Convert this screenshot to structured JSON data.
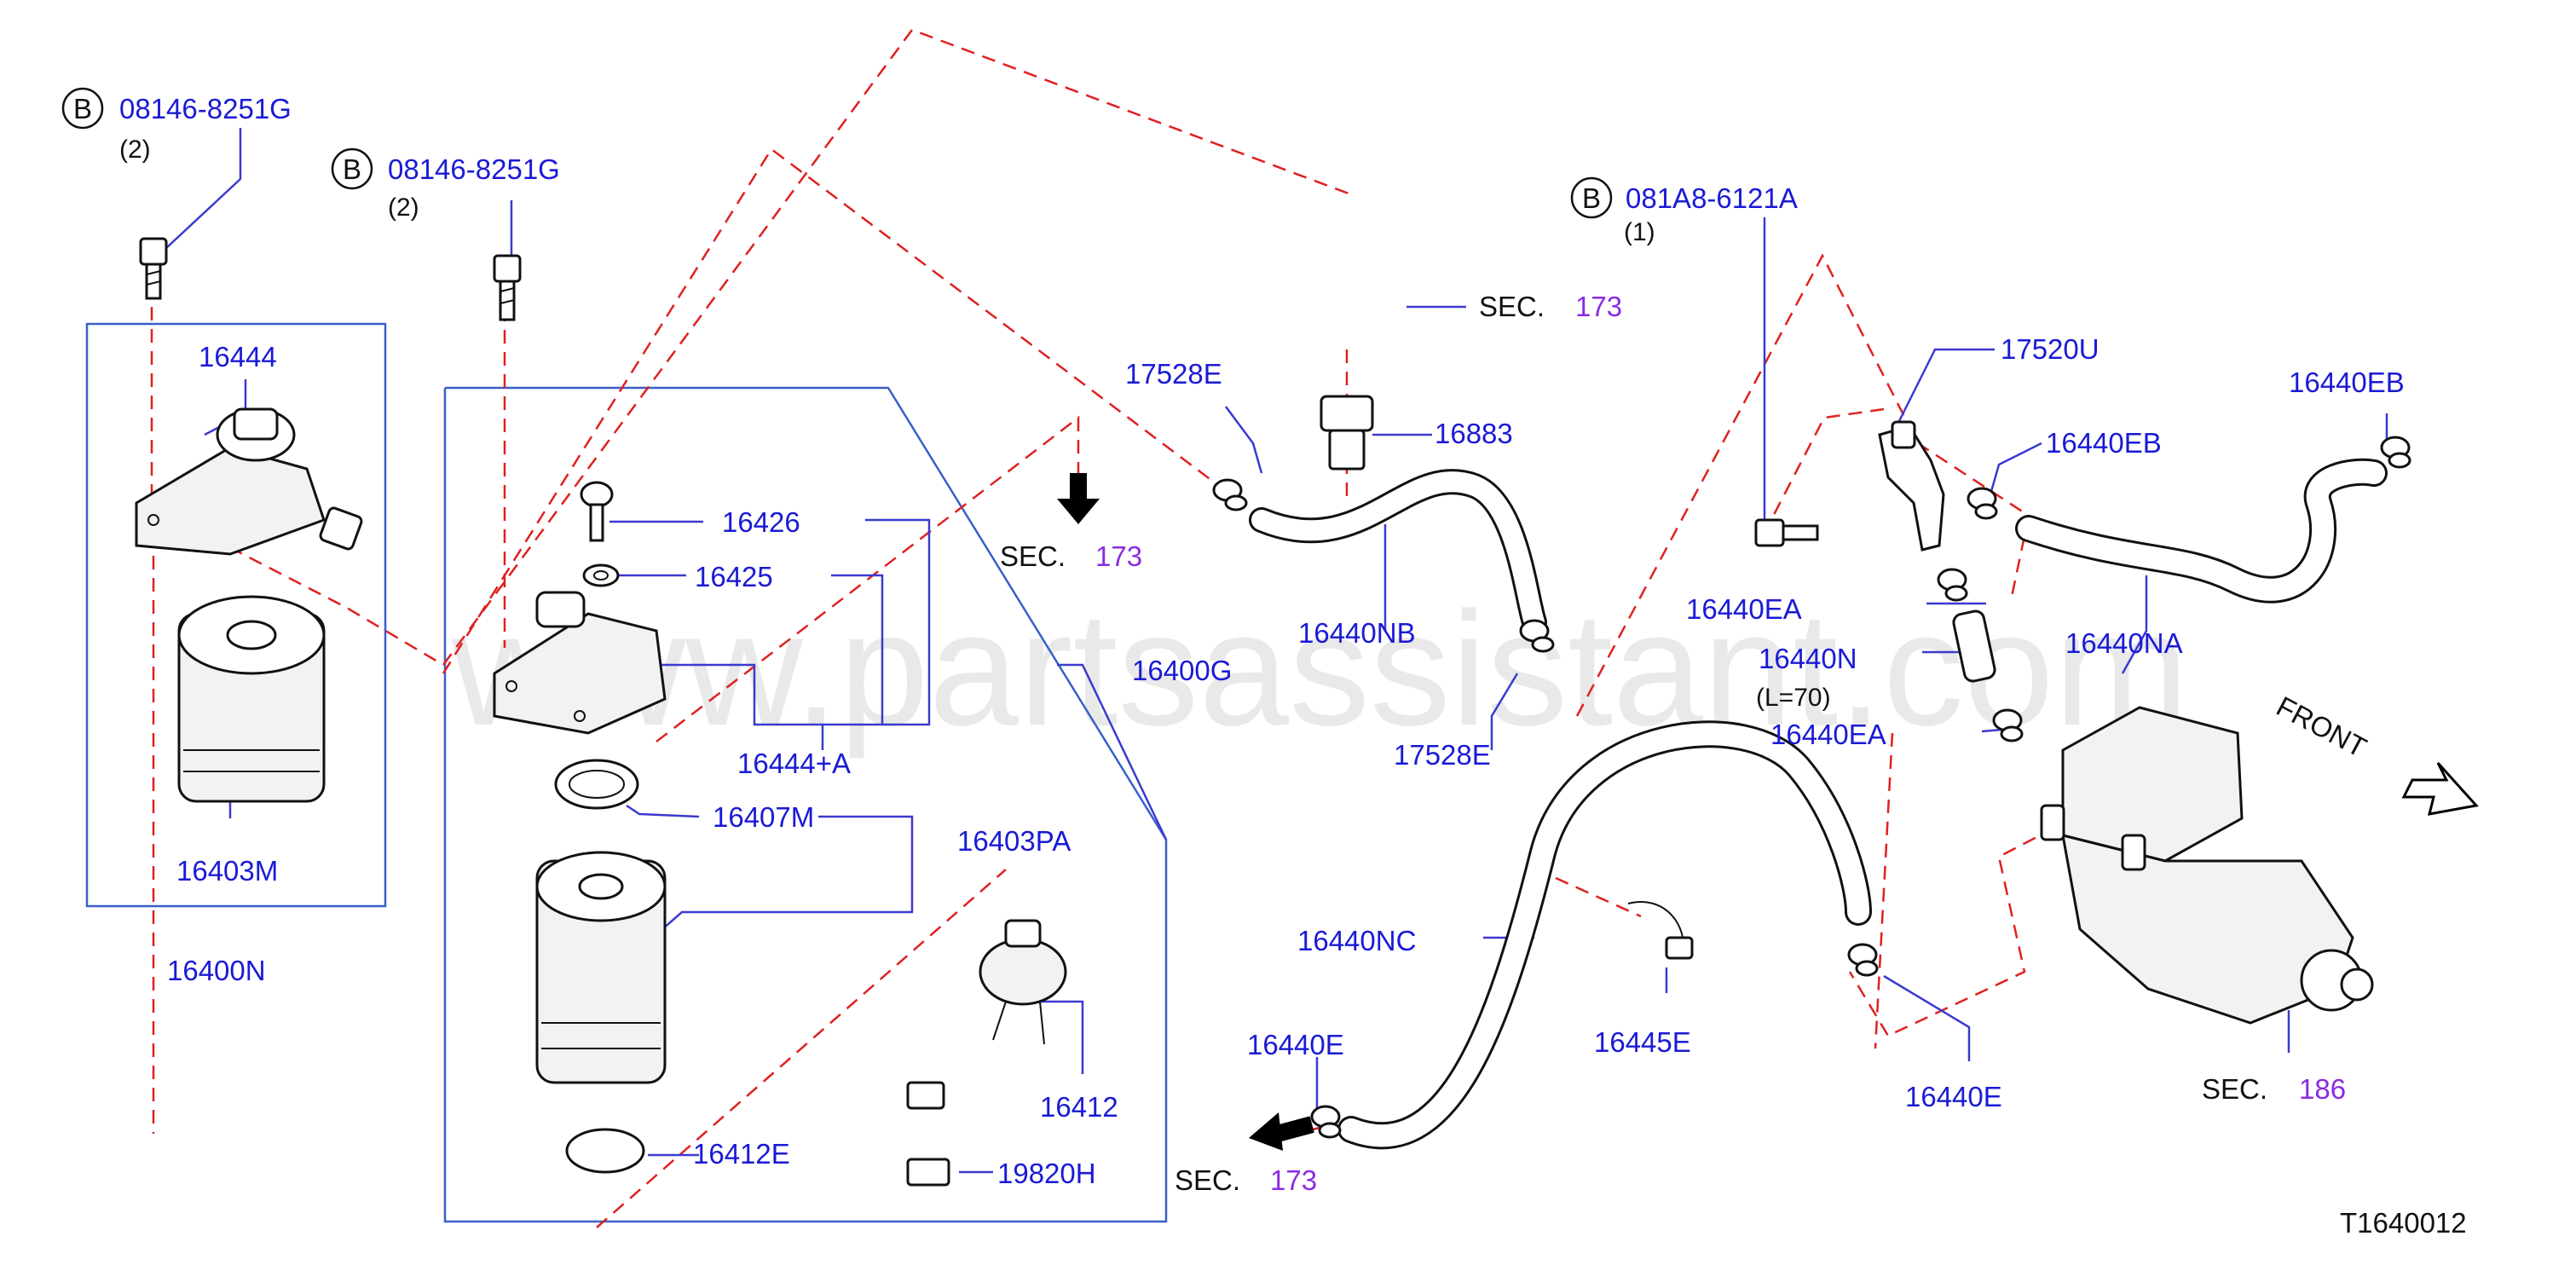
{
  "watermark": "www.partsassistant.com",
  "diagram_code": "T1640012",
  "bolts": [
    {
      "letter": "B",
      "part": "08146-8251G",
      "qty": "(2)"
    },
    {
      "letter": "B",
      "part": "08146-8251G",
      "qty": "(2)"
    },
    {
      "letter": "B",
      "part": "081A8-6121A",
      "qty": "(1)"
    }
  ],
  "sections": [
    {
      "prefix": "SEC.",
      "num": "173"
    },
    {
      "prefix": "SEC.",
      "num": "173"
    },
    {
      "prefix": "SEC.",
      "num": "173"
    },
    {
      "prefix": "SEC.",
      "num": "186"
    }
  ],
  "front_label": "FRONT",
  "parts": {
    "p16444": "16444",
    "p16403M": "16403M",
    "p16400N": "16400N",
    "p16426": "16426",
    "p16425": "16425",
    "p16400G": "16400G",
    "p16444A": "16444+A",
    "p16407M": "16407M",
    "p16403PA": "16403PA",
    "p16412": "16412",
    "p16412E": "16412E",
    "p19820H": "19820H",
    "p17528E_a": "17528E",
    "p16883": "16883",
    "p16440NB": "16440NB",
    "p17528E_b": "17528E",
    "p17520U": "17520U",
    "p16440EB_a": "16440EB",
    "p16440EB_b": "16440EB",
    "p16440EA_a": "16440EA",
    "p16440N": "16440N",
    "p16440N_len": "(L=70)",
    "p16440EA_b": "16440EA",
    "p16440NA": "16440NA",
    "p16440NC": "16440NC",
    "p16445E": "16445E",
    "p16440E_a": "16440E",
    "p16440E_b": "16440E"
  }
}
